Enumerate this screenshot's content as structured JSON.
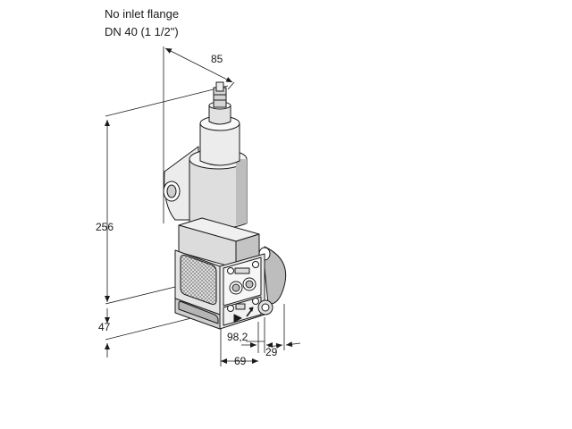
{
  "notes": {
    "line1": "No inlet flange",
    "line2": "DN 40 (1 1/2\")"
  },
  "dimensions": {
    "width_top": "85",
    "height_main": "256",
    "height_base": "47",
    "depth_outlet": "98,2",
    "width_bottom": "69",
    "offset_side": "29"
  },
  "colors": {
    "outline": "#1a1a1a",
    "body_light": "#f2f2f2",
    "body_mid": "#d9d9d9",
    "body_dark": "#a8a8a8"
  }
}
